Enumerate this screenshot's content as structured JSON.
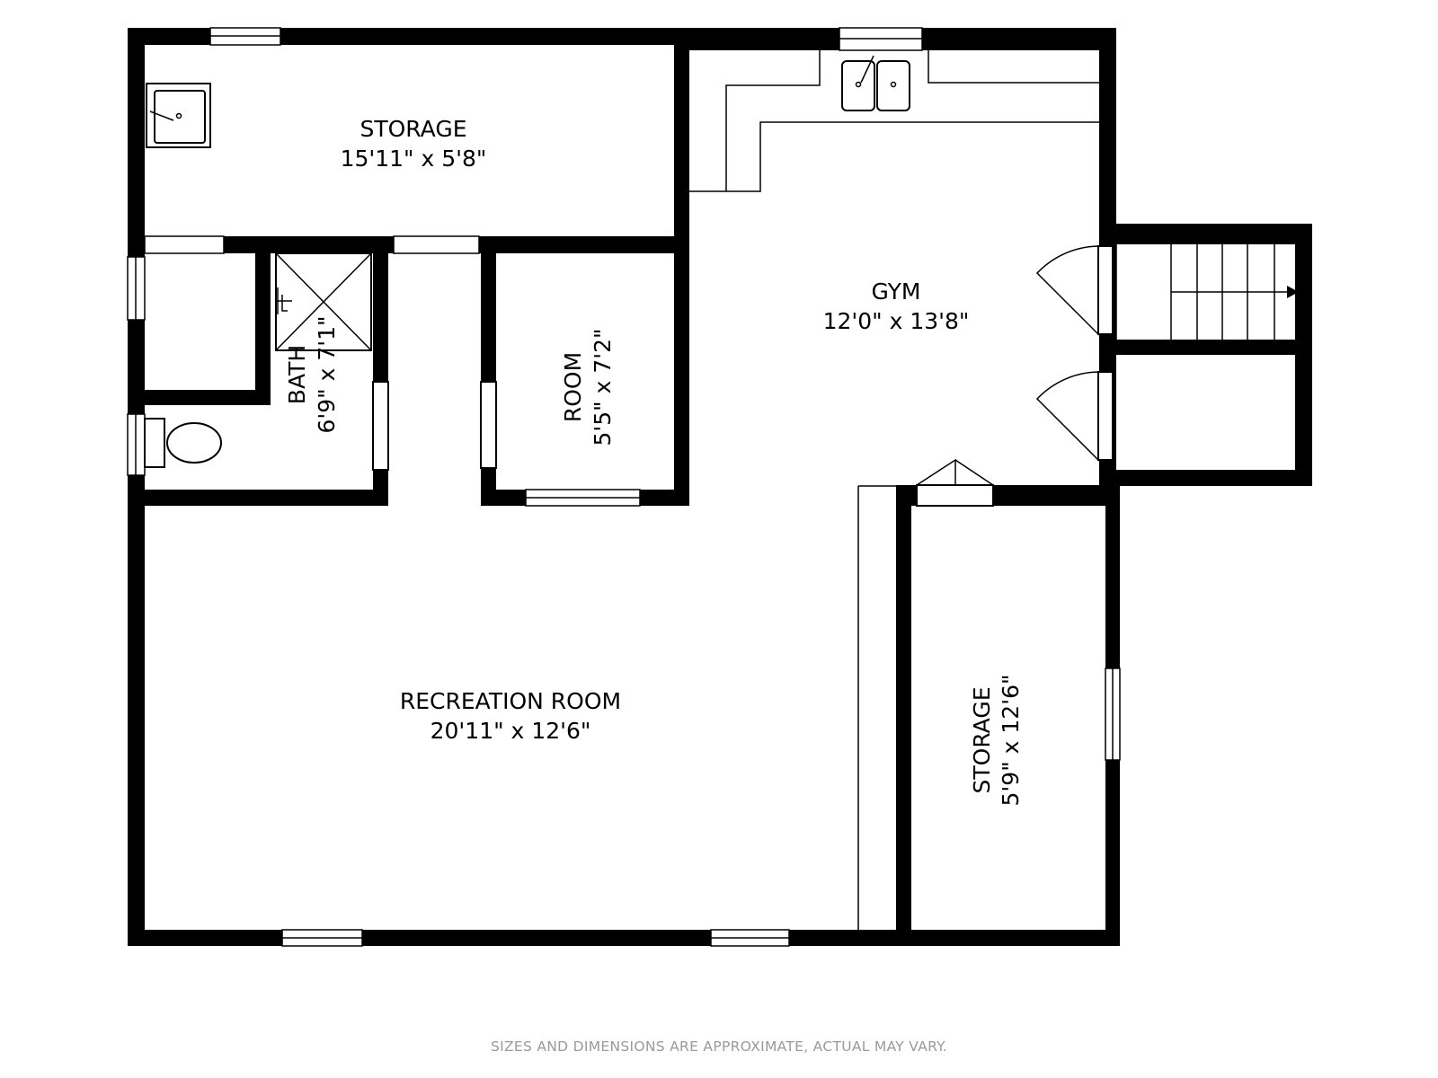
{
  "rooms": {
    "storage_top": {
      "name": "STORAGE",
      "dims": "15'11\" x 5'8\""
    },
    "gym": {
      "name": "GYM",
      "dims": "12'0\" x 13'8\""
    },
    "bath": {
      "name": "BATH",
      "dims": "6'9\" x 7'1\""
    },
    "room": {
      "name": "ROOM",
      "dims": "5'5\" x 7'2\""
    },
    "recreation": {
      "name": "RECREATION ROOM",
      "dims": "20'11\" x 12'6\""
    },
    "storage_right": {
      "name": "STORAGE",
      "dims": "5'9\" x 12'6\""
    }
  },
  "footer": {
    "disclaimer": "SIZES AND DIMENSIONS ARE APPROXIMATE, ACTUAL MAY VARY."
  },
  "colors": {
    "wall": "#000000",
    "background": "#ffffff",
    "disclaimer": "#9a9a9a"
  }
}
